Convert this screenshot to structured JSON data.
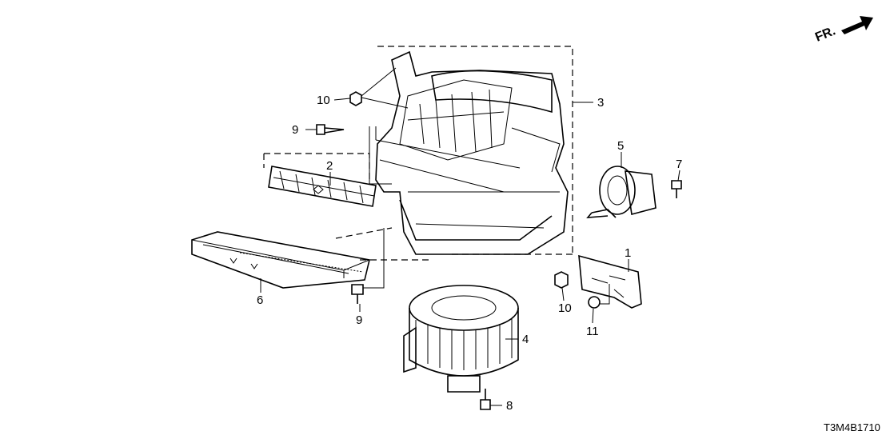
{
  "direction_marker": "FR.",
  "diagram_code": "T3M4B1710",
  "callouts": {
    "c1": "1",
    "c2": "2",
    "c3": "3",
    "c4": "4",
    "c5": "5",
    "c6": "6",
    "c7": "7",
    "c8": "8",
    "c9a": "9",
    "c9b": "9",
    "c10a": "10",
    "c10b": "10",
    "c11": "11"
  }
}
